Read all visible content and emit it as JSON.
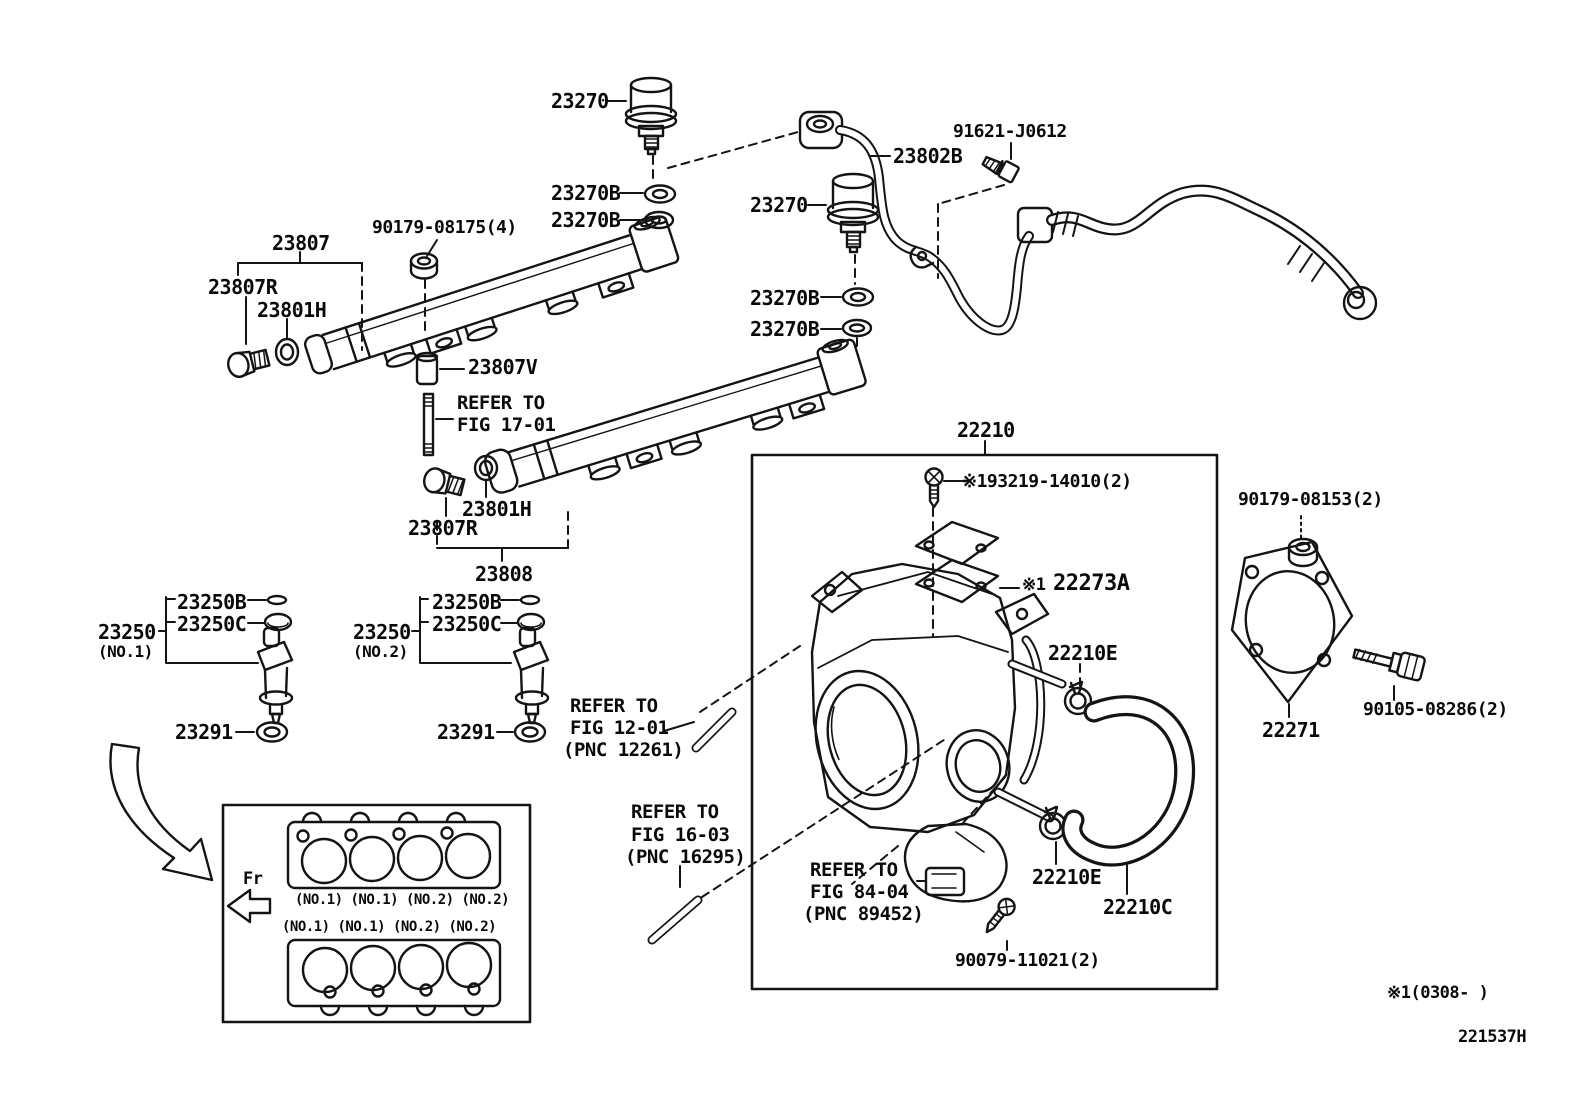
{
  "figure": {
    "code": "221537H",
    "note1": "※1(0308-      )"
  },
  "labels": {
    "regulator1": "23270",
    "regulator1_gasket1": "23270B",
    "regulator1_gasket2": "23270B",
    "union_bolt": "90179-08175(4)",
    "pipe_subassy_no1": "23807",
    "pipe_bolt_no1": "23807R",
    "pipe_ring_no1": "23801H",
    "spacer": "23807V",
    "refer17_line1": "REFER TO",
    "refer17_line2": "FIG 17-01",
    "fuel_pipe": "23802B",
    "regulator2": "23270",
    "bolt_91621": "91621-J0612",
    "regulator2_gasket1": "23270B",
    "regulator2_gasket2": "23270B",
    "pipe_ring_no2": "23801H",
    "pipe_bolt_no2": "23807R",
    "pipe_subassy_no2": "23808",
    "injector1_grommet": "23250B",
    "injector1_oring_upper": "23250C",
    "injector1": "23250",
    "injector1_cyl": "(NO.1)",
    "injector1_insulator": "23291",
    "injector2_grommet": "23250B",
    "injector2_oring_upper": "23250C",
    "injector2": "23250",
    "injector2_cyl": "(NO.2)",
    "injector2_insulator": "23291",
    "refer12_line1": "REFER TO",
    "refer12_line2": "FIG 12-01",
    "refer12_line3": "(PNC 12261)",
    "throttle_body": "22210",
    "screw_193219": "※193219-14010(2)",
    "plate_note": "※1",
    "plate": "22273A",
    "clamp_upper": "22210E",
    "nut_90179": "90179-08153(2)",
    "gasket_22271": "22271",
    "bolt_90105": "90105-08286(2)",
    "refer16_line1": "REFER TO",
    "refer16_line2": "FIG 16-03",
    "refer16_line3": "(PNC 16295)",
    "refer84_line1": "REFER TO",
    "refer84_line2": "FIG 84-04",
    "refer84_line3": "(PNC 89452)",
    "clamp_lower": "22210E",
    "hose": "22210C",
    "screw_90079": "90079-11021(2)",
    "fr": "Fr",
    "inset_row1": "(NO.1) (NO.1) (NO.2) (NO.2)",
    "inset_row2": "(NO.1) (NO.1) (NO.2) (NO.2)"
  }
}
